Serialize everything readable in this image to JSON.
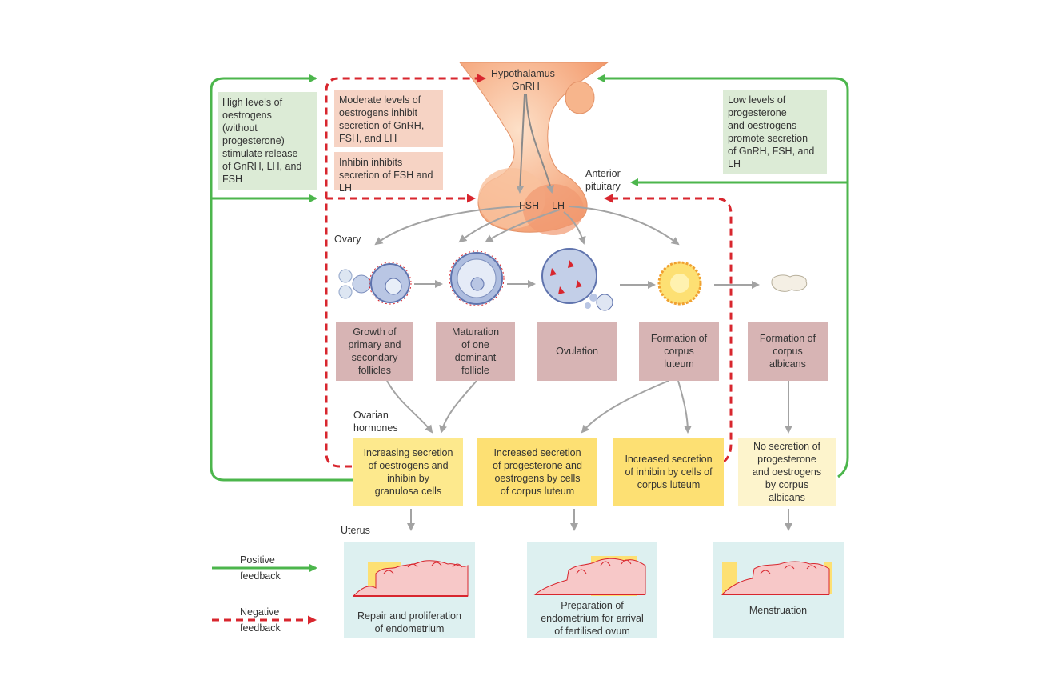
{
  "top": {
    "hypothalamus": "Hypothalamus",
    "gnrh": "GnRH",
    "anterior_pituitary": "Anterior\npituitary",
    "fsh": "FSH",
    "lh": "LH"
  },
  "notes": {
    "high_oestrogens": "High levels of\noestrogens\n(without\nprogesterone)\nstimulate release\nof GnRH, LH, and\nFSH",
    "moderate_oestrogens": "Moderate levels of\noestrogens inhibit\nsecretion of GnRH,\nFSH, and LH",
    "inhibin": "Inhibin inhibits\nsecretion of FSH and\nLH",
    "low_levels": "Low levels of\nprogesterone\nand oestrogens\npromote secretion\nof GnRH, FSH, and\nLH"
  },
  "labels": {
    "ovary": "Ovary",
    "ovarian_hormones": "Ovarian\nhormones",
    "uterus": "Uterus"
  },
  "ovary_stages": [
    "Growth of\nprimary and\nsecondary\nfollicles",
    "Maturation\nof one\ndominant\nfollicle",
    "Ovulation",
    "Formation of\ncorpus\nluteum",
    "Formation of\ncorpus\nalbicans"
  ],
  "hormones": [
    "Increasing secretion\nof oestrogens and\ninhibin by\ngranulosa cells",
    "Increased secretion\nof progesterone and\noestrogens by cells\nof corpus luteum",
    "Increased secretion\nof inhibin by cells of\ncorpus luteum",
    "No secretion of\nprogesterone\nand oestrogens\nby corpus\nalbicans"
  ],
  "uterus_phases": [
    "Repair and proliferation\nof endometrium",
    "Preparation of\nendometrium for arrival\nof fertilised ovum",
    "Menstruation"
  ],
  "legend": {
    "positive": "Positive\nfeedback",
    "negative": "Negative\nfeedback"
  },
  "colors": {
    "positive_feedback": "#4cb64c",
    "negative_feedback": "#d8262e",
    "flow_arrow": "#a3a3a3",
    "gland": "#f5a77d"
  }
}
